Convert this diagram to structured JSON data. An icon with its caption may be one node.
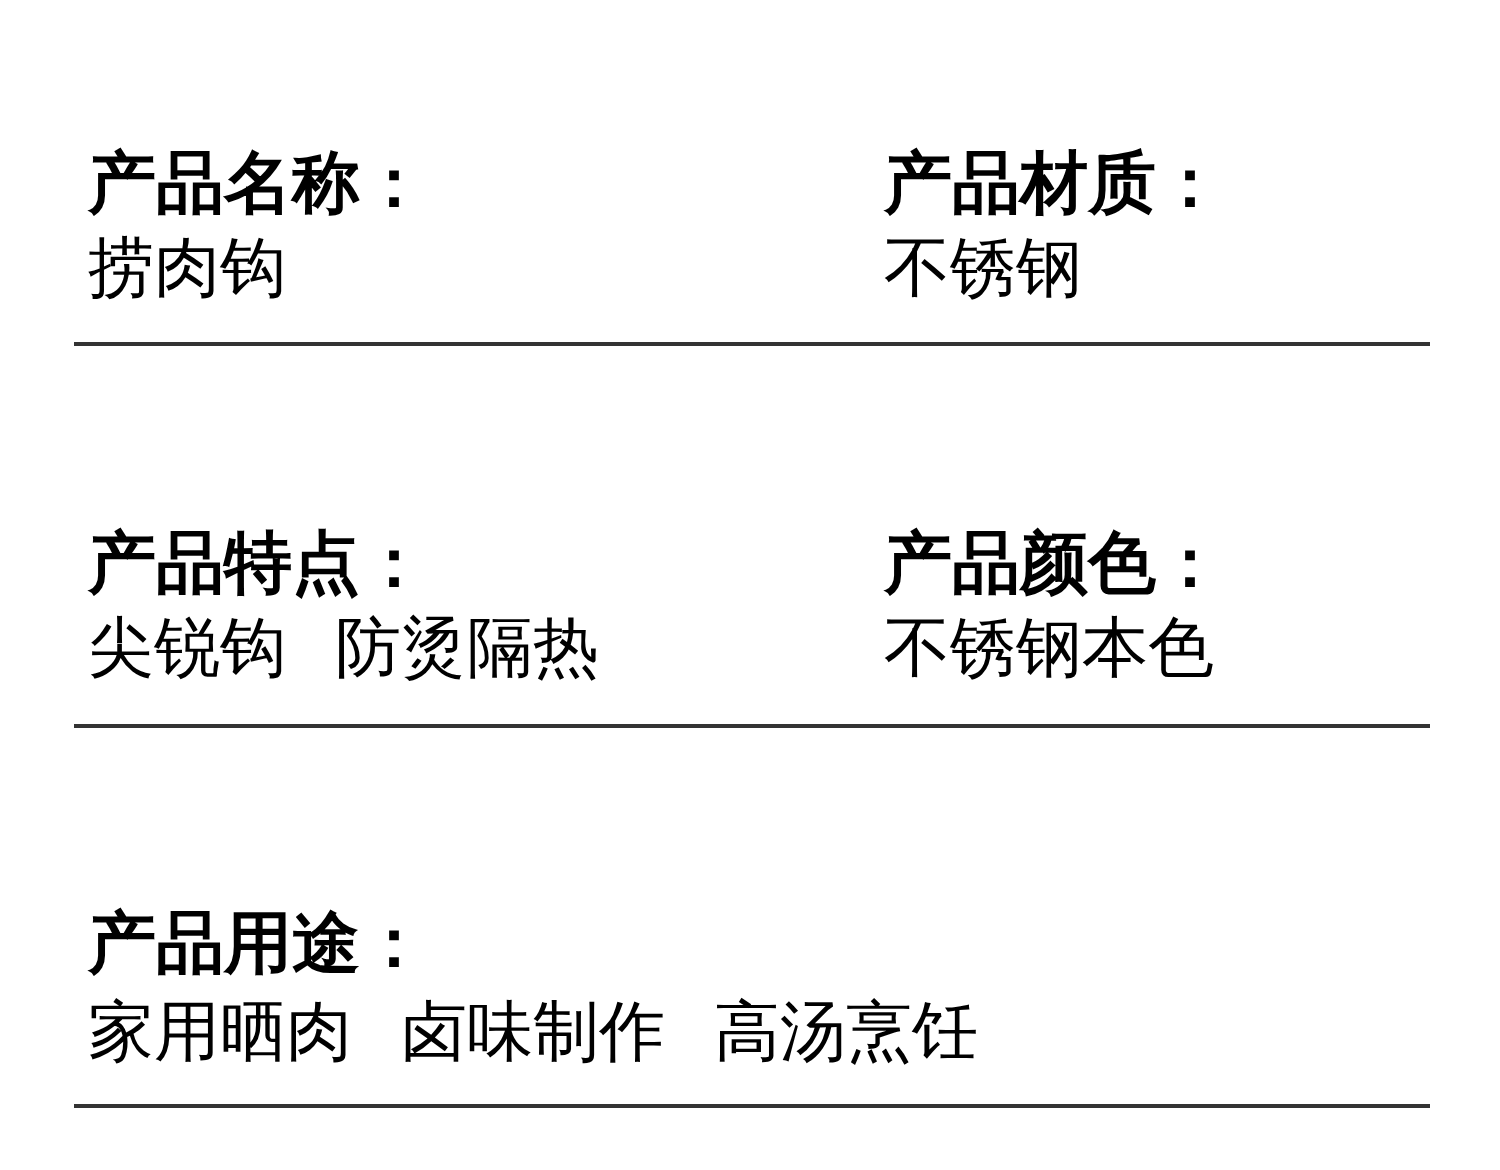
{
  "diagram": {
    "labels": [
      "产品名称：",
      "捞肉钩",
      "产品材质：",
      "不锈钢",
      "产品特点：",
      "尖锐钩 防烫隔热",
      "产品颜色：",
      "不锈钢本色",
      "产品用途：",
      "家用晒肉 卤味制作 高汤烹饪"
    ]
  }
}
